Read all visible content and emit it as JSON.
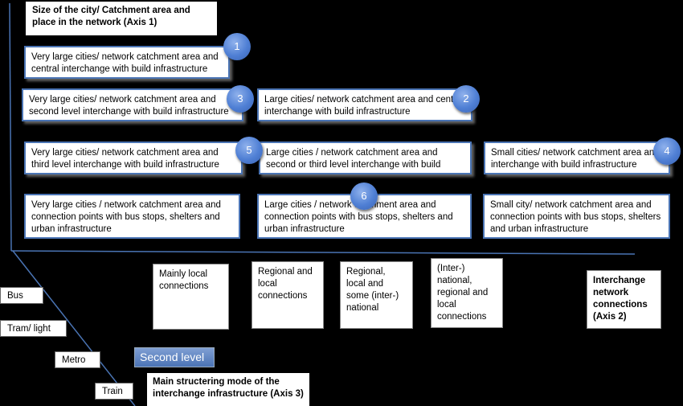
{
  "axis1_title": "Size of the city/ Catchment area and place in the network (Axis 1)",
  "axis2_title": "Interchange network connections (Axis 2)",
  "axis3_title": "Main structering mode of the interchange infrastructure (Axis 3)",
  "cells": {
    "c1": "Very large cities/ network catchment area and central interchange with build infrastructure",
    "c3": "Very large cities/ network catchment area and second level interchange with build infrastructure",
    "c2": "Large cities/  network catchment area and central interchange with build infrastructure",
    "c5": "Very large cities/ network catchment area and third level interchange with build infrastructure",
    "c5b": "Large cities / network  catchment area and second or third level interchange with build",
    "c4": "Small cities/ network catchment area and interchange with build infrastructure",
    "r6a": "Very large cities / network catchment area and connection points with bus stops, shelters and urban infrastructure",
    "r6b": "Large cities / network catchment area and connection points with bus stops, shelters and urban infrastructure",
    "r6c": "Small city/ network catchment area and connection points with bus stops, shelters and urban infrastructure"
  },
  "badges": [
    "1",
    "2",
    "3",
    "4",
    "5",
    "6"
  ],
  "connections": [
    "Mainly local connections",
    "Regional and local connections",
    "Regional, local and some (inter-) national",
    "(Inter-) national, regional and local connections"
  ],
  "modes": [
    "Bus",
    "Tram/ light rail",
    "Metro",
    "Train"
  ],
  "second_level": "Second level"
}
